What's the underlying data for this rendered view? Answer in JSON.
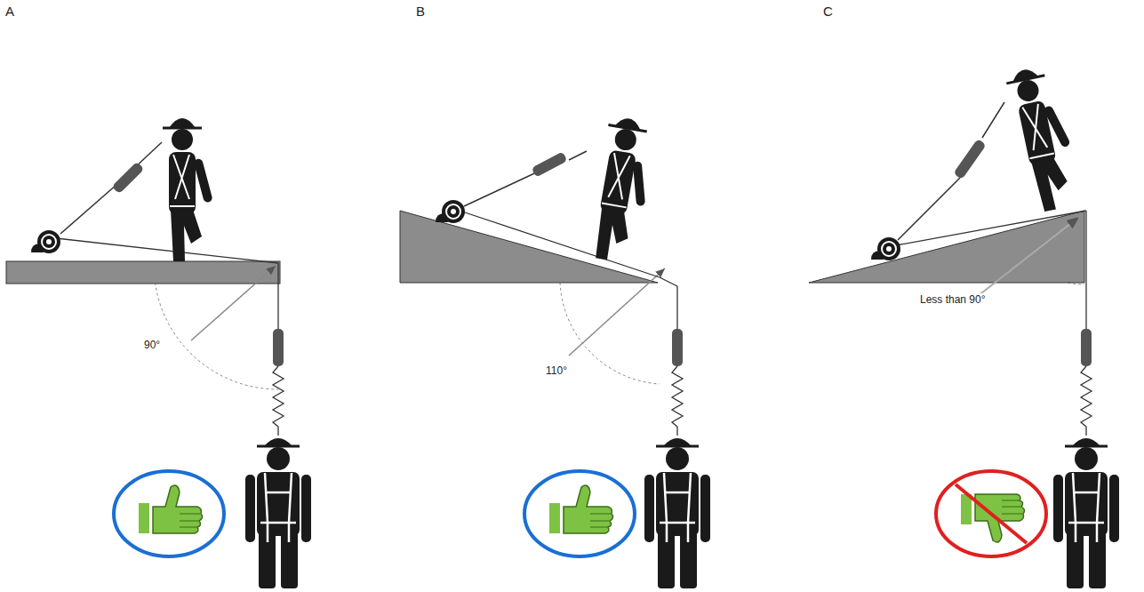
{
  "diagram": {
    "labels": [
      "A",
      "B",
      "C",
      "90°",
      "110°",
      "Less than 90°"
    ]
  }
}
